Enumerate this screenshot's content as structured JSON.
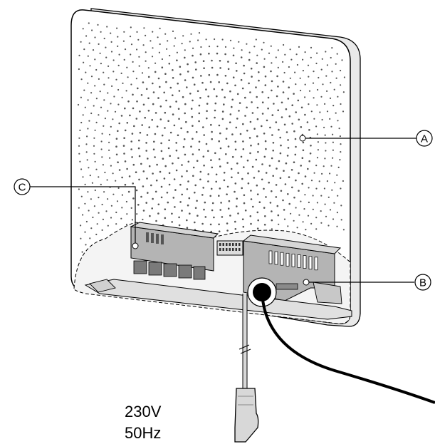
{
  "callouts": {
    "a": "A",
    "b": "B",
    "c": "C"
  },
  "power_label": {
    "voltage": "230V",
    "frequency": "50Hz"
  },
  "colors": {
    "outline": "#000000",
    "device_face": "#ffffff",
    "housing_edge": "#cfcfcf",
    "module_gray": "#b4b4b4",
    "module_dark": "#8a8a8a",
    "relay": "#7a7a7a",
    "cable": "#000000"
  }
}
